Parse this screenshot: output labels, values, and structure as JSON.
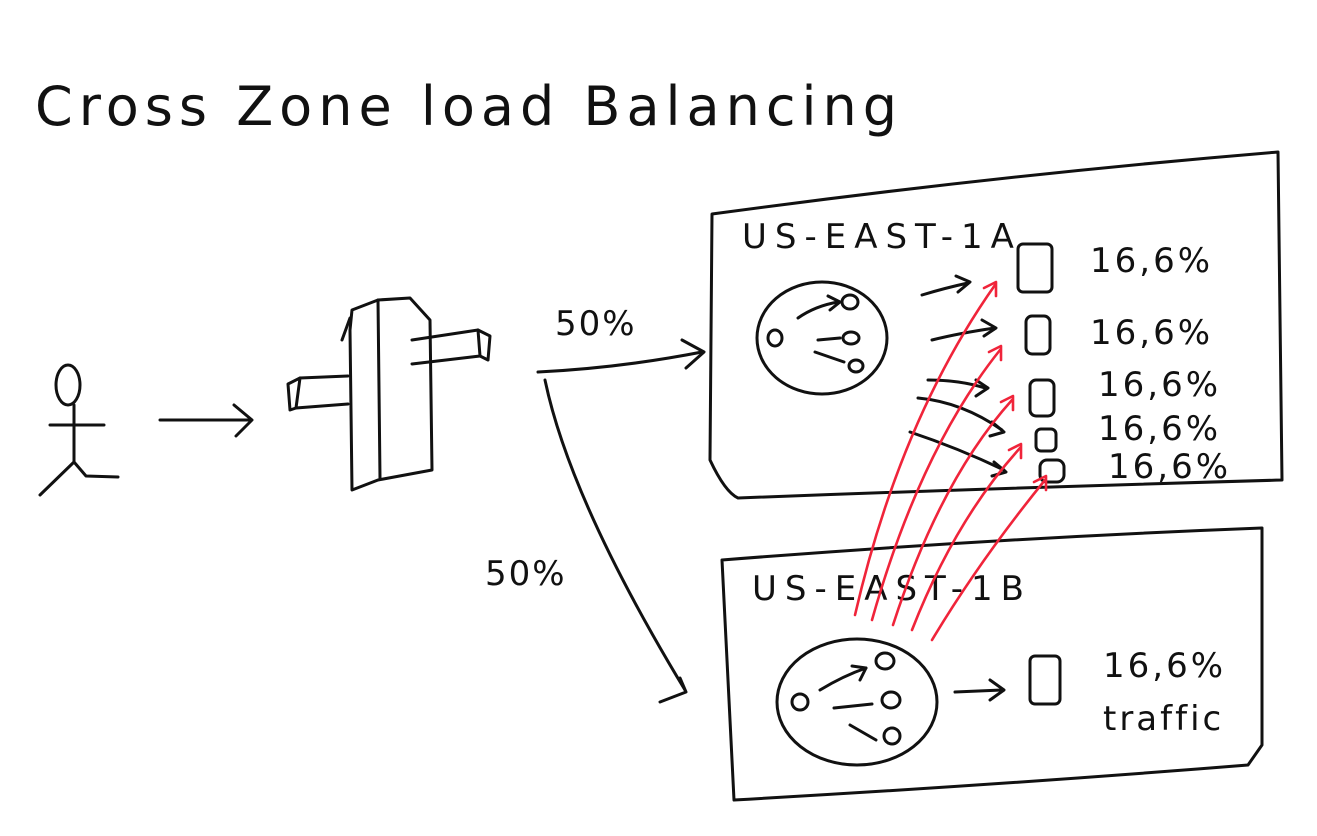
{
  "title": "Cross Zone load Balancing",
  "split": {
    "to_zone_a": "50%",
    "to_zone_b": "50%"
  },
  "zones": [
    {
      "name": "US-EAST-1A",
      "instances": [
        {
          "share": "16,6%"
        },
        {
          "share": "16,6%"
        },
        {
          "share": "16,6%"
        },
        {
          "share": "16,6%"
        },
        {
          "share": "16,6%"
        }
      ]
    },
    {
      "name": "US-EAST-1B",
      "instances": [
        {
          "share": "16,6%"
        }
      ],
      "note": "traffic"
    }
  ],
  "colors": {
    "ink": "#111111",
    "accent": "#f0243a",
    "background": "#ffffff"
  },
  "icons": [
    "user-icon",
    "load-balancer-icon",
    "instance-icon",
    "node-group-icon"
  ]
}
